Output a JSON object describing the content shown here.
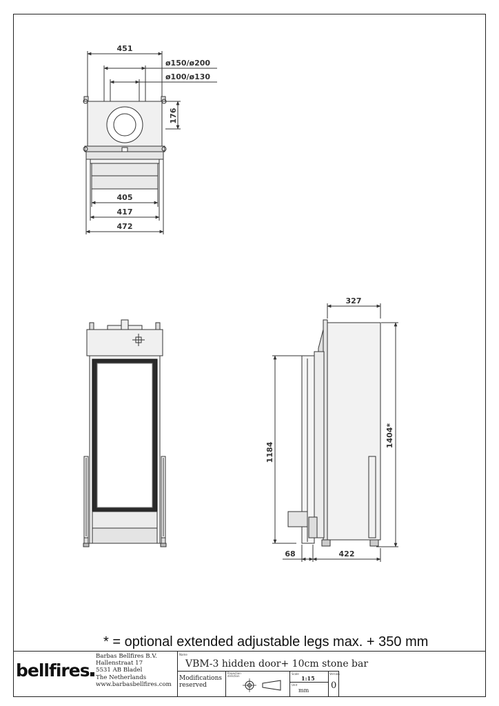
{
  "top_view": {
    "dims": {
      "w451": "451",
      "d150": "ø150/ø200",
      "d100": "ø100/ø130",
      "h176": "176",
      "w405": "405",
      "w417": "417",
      "w472": "472"
    }
  },
  "side_view": {
    "dims": {
      "w327": "327",
      "h1184": "1184",
      "h1404": "1404*",
      "w68": "68",
      "w422": "422"
    }
  },
  "note": "* = optional extended adjustable legs max. + 350 mm",
  "title_block": {
    "brand": "bellfires",
    "company_lines": [
      "Barbas Bellfires B.V.",
      "Hallenstraat 17",
      "5531 AB Bladel",
      "The Netherlands",
      "www.barbasbellfires.com"
    ],
    "name_label": "Name",
    "name": "VBM-3 hidden door+ 10cm stone bar",
    "modifications": [
      "Modifications",
      "reserved"
    ],
    "projection_label": "Projection direction",
    "scale_label": "Scale",
    "scale": "1:15",
    "units_label": "Unit",
    "units": "mm",
    "version_label": "Version",
    "version": "0"
  },
  "colors": {
    "line": "#333333",
    "body_fill": "#e8e8e8",
    "glass_border": "#2a2a2a"
  }
}
